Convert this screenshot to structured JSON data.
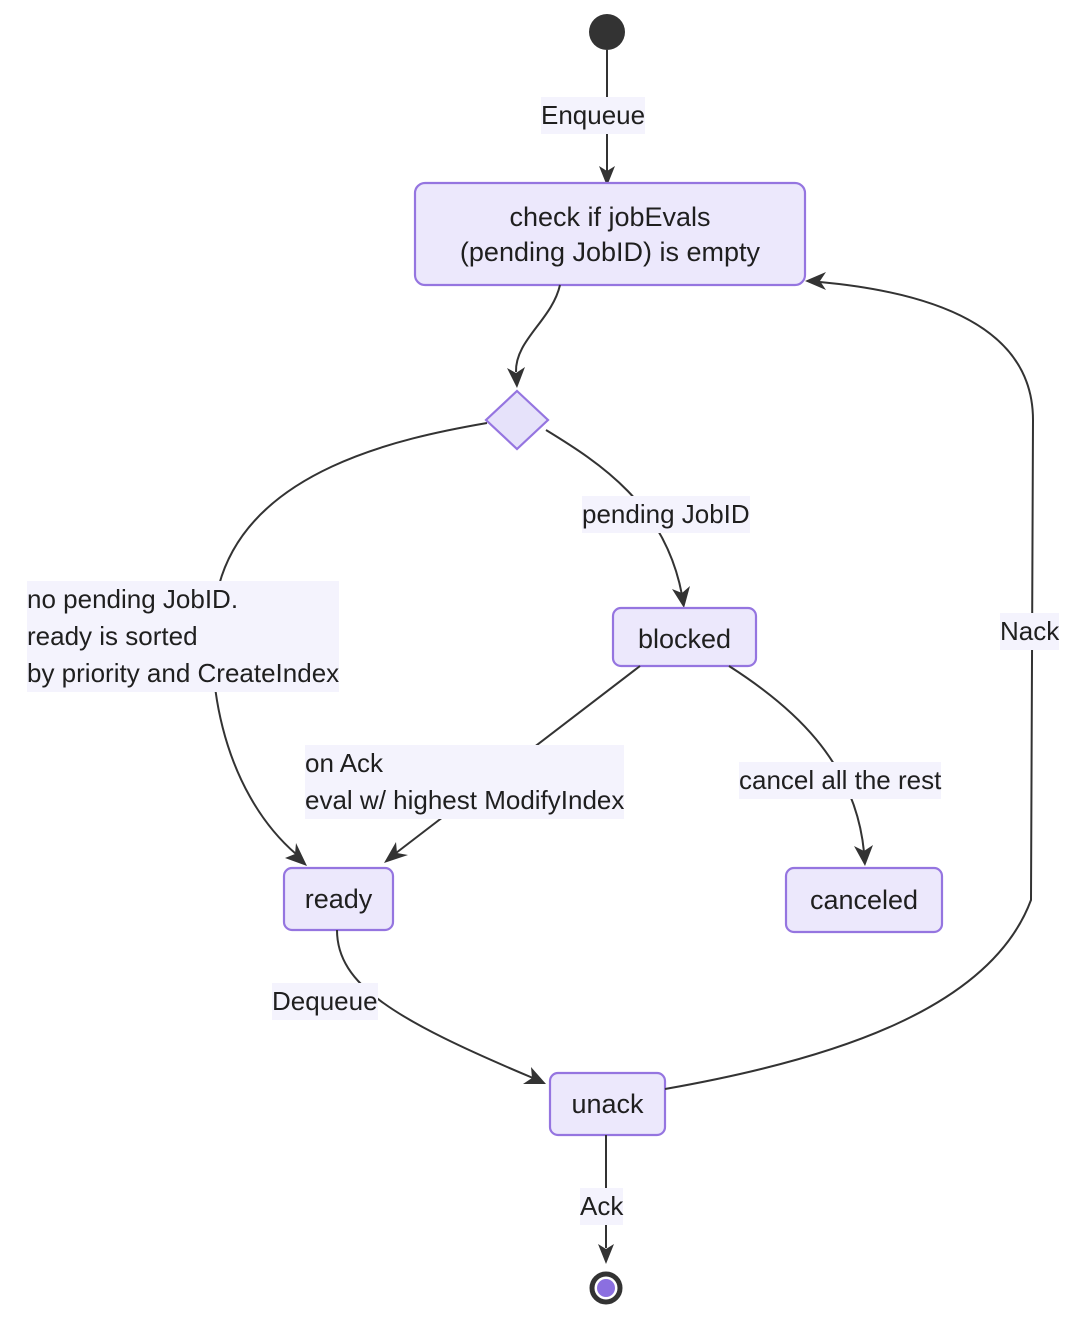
{
  "diagram": {
    "type": "state-diagram",
    "title": "",
    "colors": {
      "node_fill": "#ece8fc",
      "node_border": "#9575e0",
      "edge_stroke": "#333333",
      "label_background": "#f4f3fd",
      "end_node_dot": "#8b6fe0",
      "text": "#1f1f1f"
    },
    "start_node": {
      "name": "start"
    },
    "end_node": {
      "name": "end"
    },
    "states": [
      {
        "id": "check",
        "label": "check if jobEvals\n(pending JobID) is empty"
      },
      {
        "id": "decision",
        "label": ""
      },
      {
        "id": "blocked",
        "label": "blocked"
      },
      {
        "id": "ready",
        "label": "ready"
      },
      {
        "id": "canceled",
        "label": "canceled"
      },
      {
        "id": "unack",
        "label": "unack"
      }
    ],
    "transitions": [
      {
        "id": "t-enqueue",
        "from": "start",
        "to": "check",
        "label": "Enqueue"
      },
      {
        "id": "t-check-decision",
        "from": "check",
        "to": "decision",
        "label": ""
      },
      {
        "id": "t-pending",
        "from": "decision",
        "to": "blocked",
        "label": "pending JobID"
      },
      {
        "id": "t-nopending",
        "from": "decision",
        "to": "ready",
        "label": "no pending JobID.\nready is sorted\nby priority and CreateIndex"
      },
      {
        "id": "t-onack",
        "from": "blocked",
        "to": "ready",
        "label": "on Ack\neval w/ highest ModifyIndex"
      },
      {
        "id": "t-cancel",
        "from": "blocked",
        "to": "canceled",
        "label": "cancel all the rest"
      },
      {
        "id": "t-dequeue",
        "from": "ready",
        "to": "unack",
        "label": "Dequeue"
      },
      {
        "id": "t-nack",
        "from": "unack",
        "to": "check",
        "label": "Nack"
      },
      {
        "id": "t-ack",
        "from": "unack",
        "to": "end",
        "label": "Ack"
      }
    ]
  }
}
